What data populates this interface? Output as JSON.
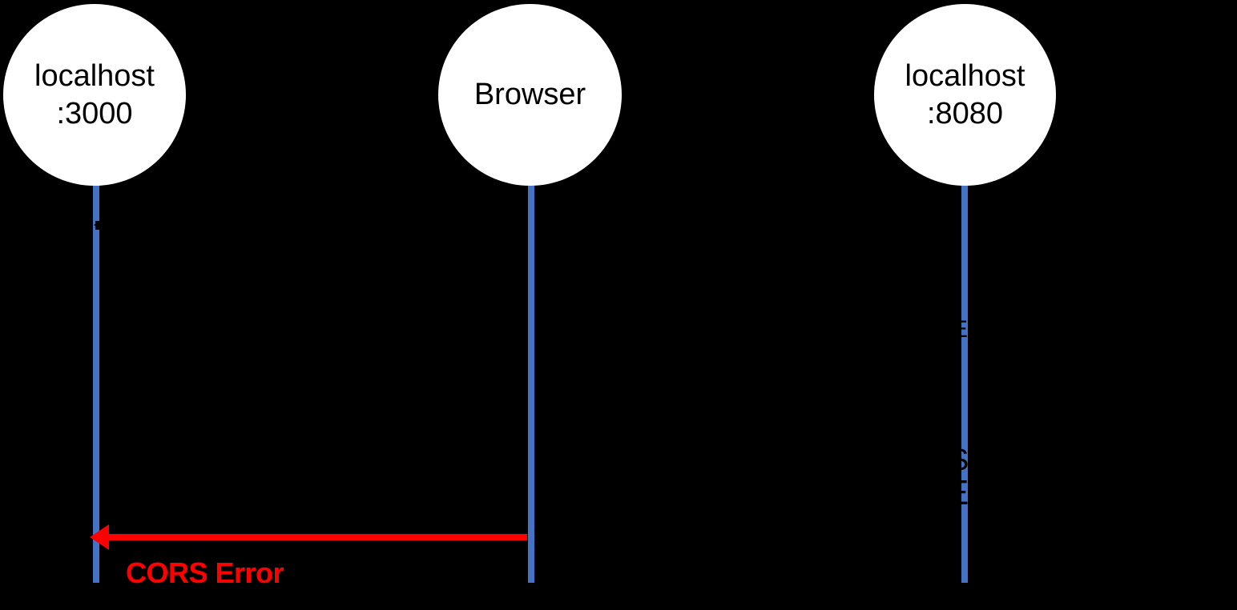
{
  "diagram_type": "sequence-diagram",
  "colors": {
    "background": "#000000",
    "lifeline_blue": "#4472C4",
    "actor_fill": "#FFFFFF",
    "actor_text": "#000000",
    "error_red": "#FF0000"
  },
  "actors": [
    {
      "id": "localhost-3000",
      "label_lines": [
        "localhost",
        ":3000"
      ]
    },
    {
      "id": "browser",
      "label_lines": [
        "Browser"
      ]
    },
    {
      "id": "localhost-8080",
      "label_lines": [
        "localhost",
        ":8080"
      ]
    }
  ],
  "error_message": {
    "label": "CORS Error",
    "from": "Browser",
    "to": "localhost :3000",
    "color": "#FF0000"
  },
  "hidden_fragments": {
    "upper": "E",
    "middle": "S",
    "lower": "E"
  }
}
